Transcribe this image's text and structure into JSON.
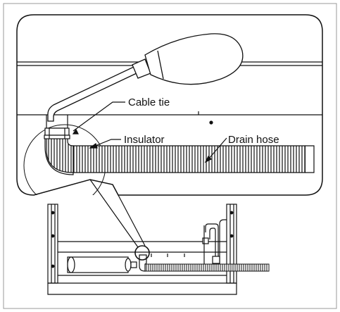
{
  "labels": {
    "cable_tie": "Cable tie",
    "insulator": "Insulator",
    "drain_hose": "Drain hose"
  },
  "colors": {
    "line": "#111111",
    "fill": "#ffffff"
  }
}
